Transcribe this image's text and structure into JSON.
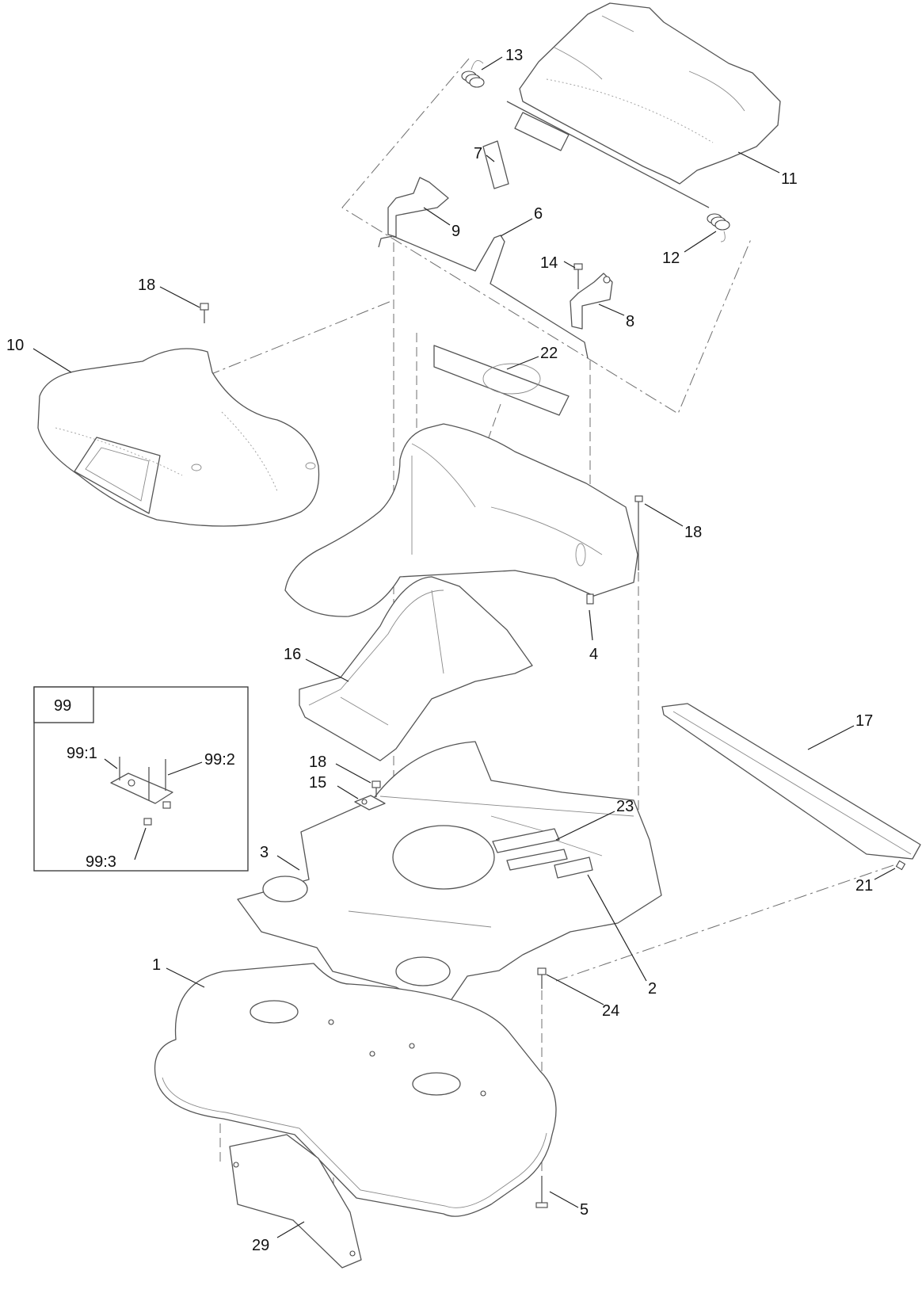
{
  "callouts": [
    "13",
    "11",
    "7",
    "9",
    "6",
    "12",
    "14",
    "8",
    "18",
    "10",
    "22",
    "18",
    "4",
    "16",
    "17",
    "18",
    "15",
    "23",
    "3",
    "21",
    "1",
    "2",
    "24",
    "5",
    "29"
  ],
  "inset": {
    "title": "99",
    "labels": [
      "99:1",
      "99:2",
      "99:3"
    ]
  }
}
